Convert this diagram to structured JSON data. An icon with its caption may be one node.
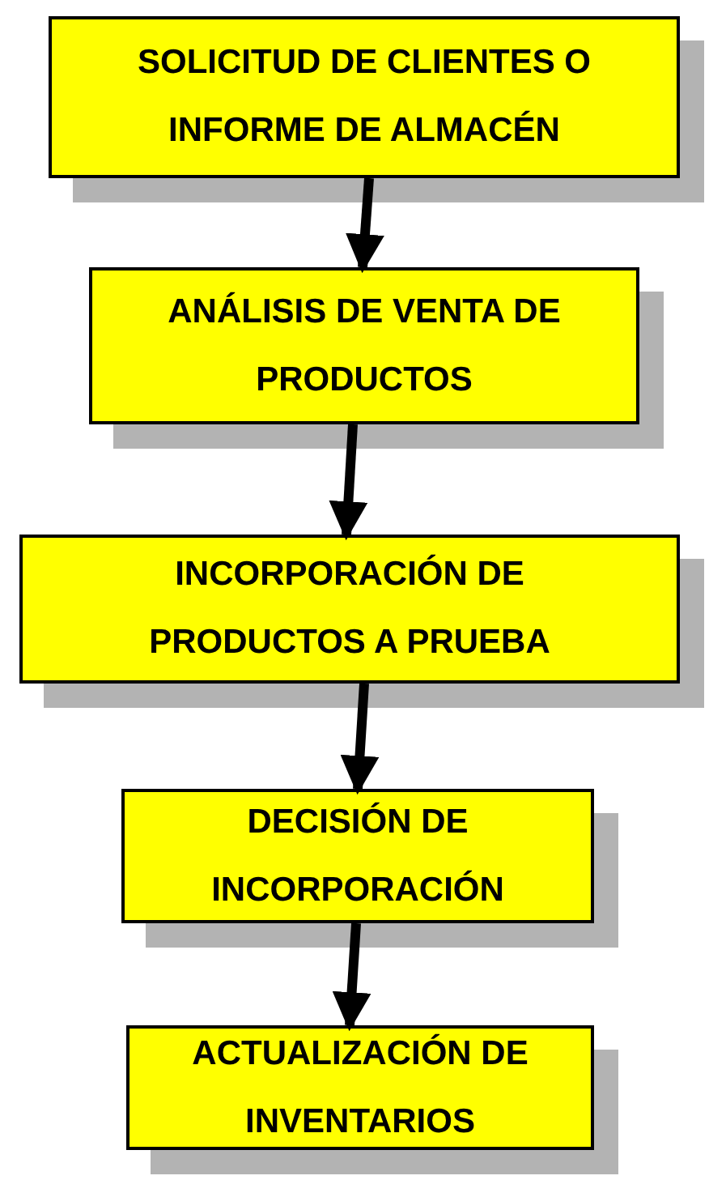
{
  "diagram": {
    "nodes": [
      {
        "text": [
          "SOLICITUD DE CLIENTES O INFORME DE ALMACÉN"
        ]
      },
      {
        "text": [
          "ANÁLISIS DE VENTA DE PRODUCTOS"
        ]
      },
      {
        "text": [
          "INCORPORACIÓN DE PRODUCTOS A PRUEBA"
        ]
      },
      {
        "text": [
          "DECISIÓN DE INCORPORACIÓN"
        ]
      },
      {
        "text": [
          "ACTUALIZACIÓN DE INVENTARIOS"
        ]
      }
    ],
    "edges": [
      {
        "from": 0,
        "to": 1,
        "arrow": "to"
      },
      {
        "from": 1,
        "to": 2,
        "arrow": "to"
      },
      {
        "from": 2,
        "to": 3,
        "arrow": "to"
      },
      {
        "from": 3,
        "to": 4,
        "arrow": "to"
      }
    ]
  }
}
